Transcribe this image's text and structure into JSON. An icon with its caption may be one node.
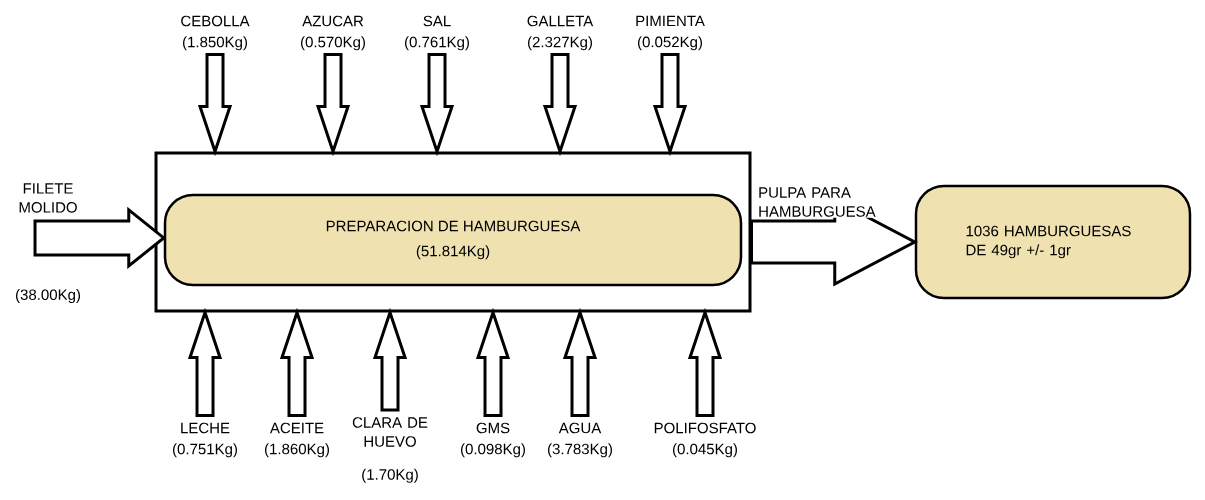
{
  "diagram": {
    "nodes": [
      {
        "text": [],
        "shape": "box"
      },
      {
        "text": [
          "PREPARACION DE HAMBURGUESA",
          "(51.814Kg)"
        ],
        "in": 0
      },
      {
        "text": [
          "1036 HAMBURGUESAS DE 49gr +/- 1gr"
        ]
      },
      {
        "text": [
          "FILETE MOLIDO"
        ]
      },
      {
        "text": [
          "CEBOLLA",
          "(1.850Kg)"
        ]
      },
      {
        "text": [
          "AZUCAR",
          "(0.570Kg)"
        ]
      },
      {
        "text": [
          "SAL",
          "(0.761Kg)"
        ]
      },
      {
        "text": [
          "GALLETA",
          "(2.327Kg)"
        ]
      },
      {
        "text": [
          "PIMIENTA",
          "(0.052Kg)"
        ]
      },
      {
        "text": [
          "LECHE",
          "(0.751Kg)"
        ]
      },
      {
        "text": [
          "ACEITE",
          "(1.860Kg)"
        ]
      },
      {
        "text": [
          "CLARA DE HUEVO",
          "(1.70Kg)"
        ]
      },
      {
        "text": [
          "GMS",
          "(0.098Kg)"
        ]
      },
      {
        "text": [
          "AGUA",
          "(3.783Kg)"
        ]
      },
      {
        "text": [
          "POLIFOSFATO",
          "(0.045Kg)"
        ]
      }
    ],
    "edges": [
      {
        "from": 3,
        "to": 1,
        "arrow": "to"
      },
      {
        "from": 4,
        "to": 0,
        "arrow": "to"
      },
      {
        "from": 5,
        "to": 0,
        "arrow": "to"
      },
      {
        "from": 6,
        "to": 0,
        "arrow": "to"
      },
      {
        "from": 7,
        "to": 0,
        "arrow": "to"
      },
      {
        "from": 8,
        "to": 0,
        "arrow": "to"
      },
      {
        "from": 9,
        "to": 0,
        "arrow": "to"
      },
      {
        "from": 10,
        "to": 0,
        "arrow": "to"
      },
      {
        "from": 11,
        "to": 0,
        "arrow": "to"
      },
      {
        "from": 12,
        "to": 0,
        "arrow": "to"
      },
      {
        "from": 13,
        "to": 0,
        "arrow": "to"
      },
      {
        "from": 14,
        "to": 0,
        "arrow": "to"
      },
      {
        "from": 0,
        "to": 2,
        "arrow": "to",
        "label": "PULPA PARA HAMBURGUESA"
      }
    ],
    "labels": [
      "(38.00Kg)"
    ]
  }
}
